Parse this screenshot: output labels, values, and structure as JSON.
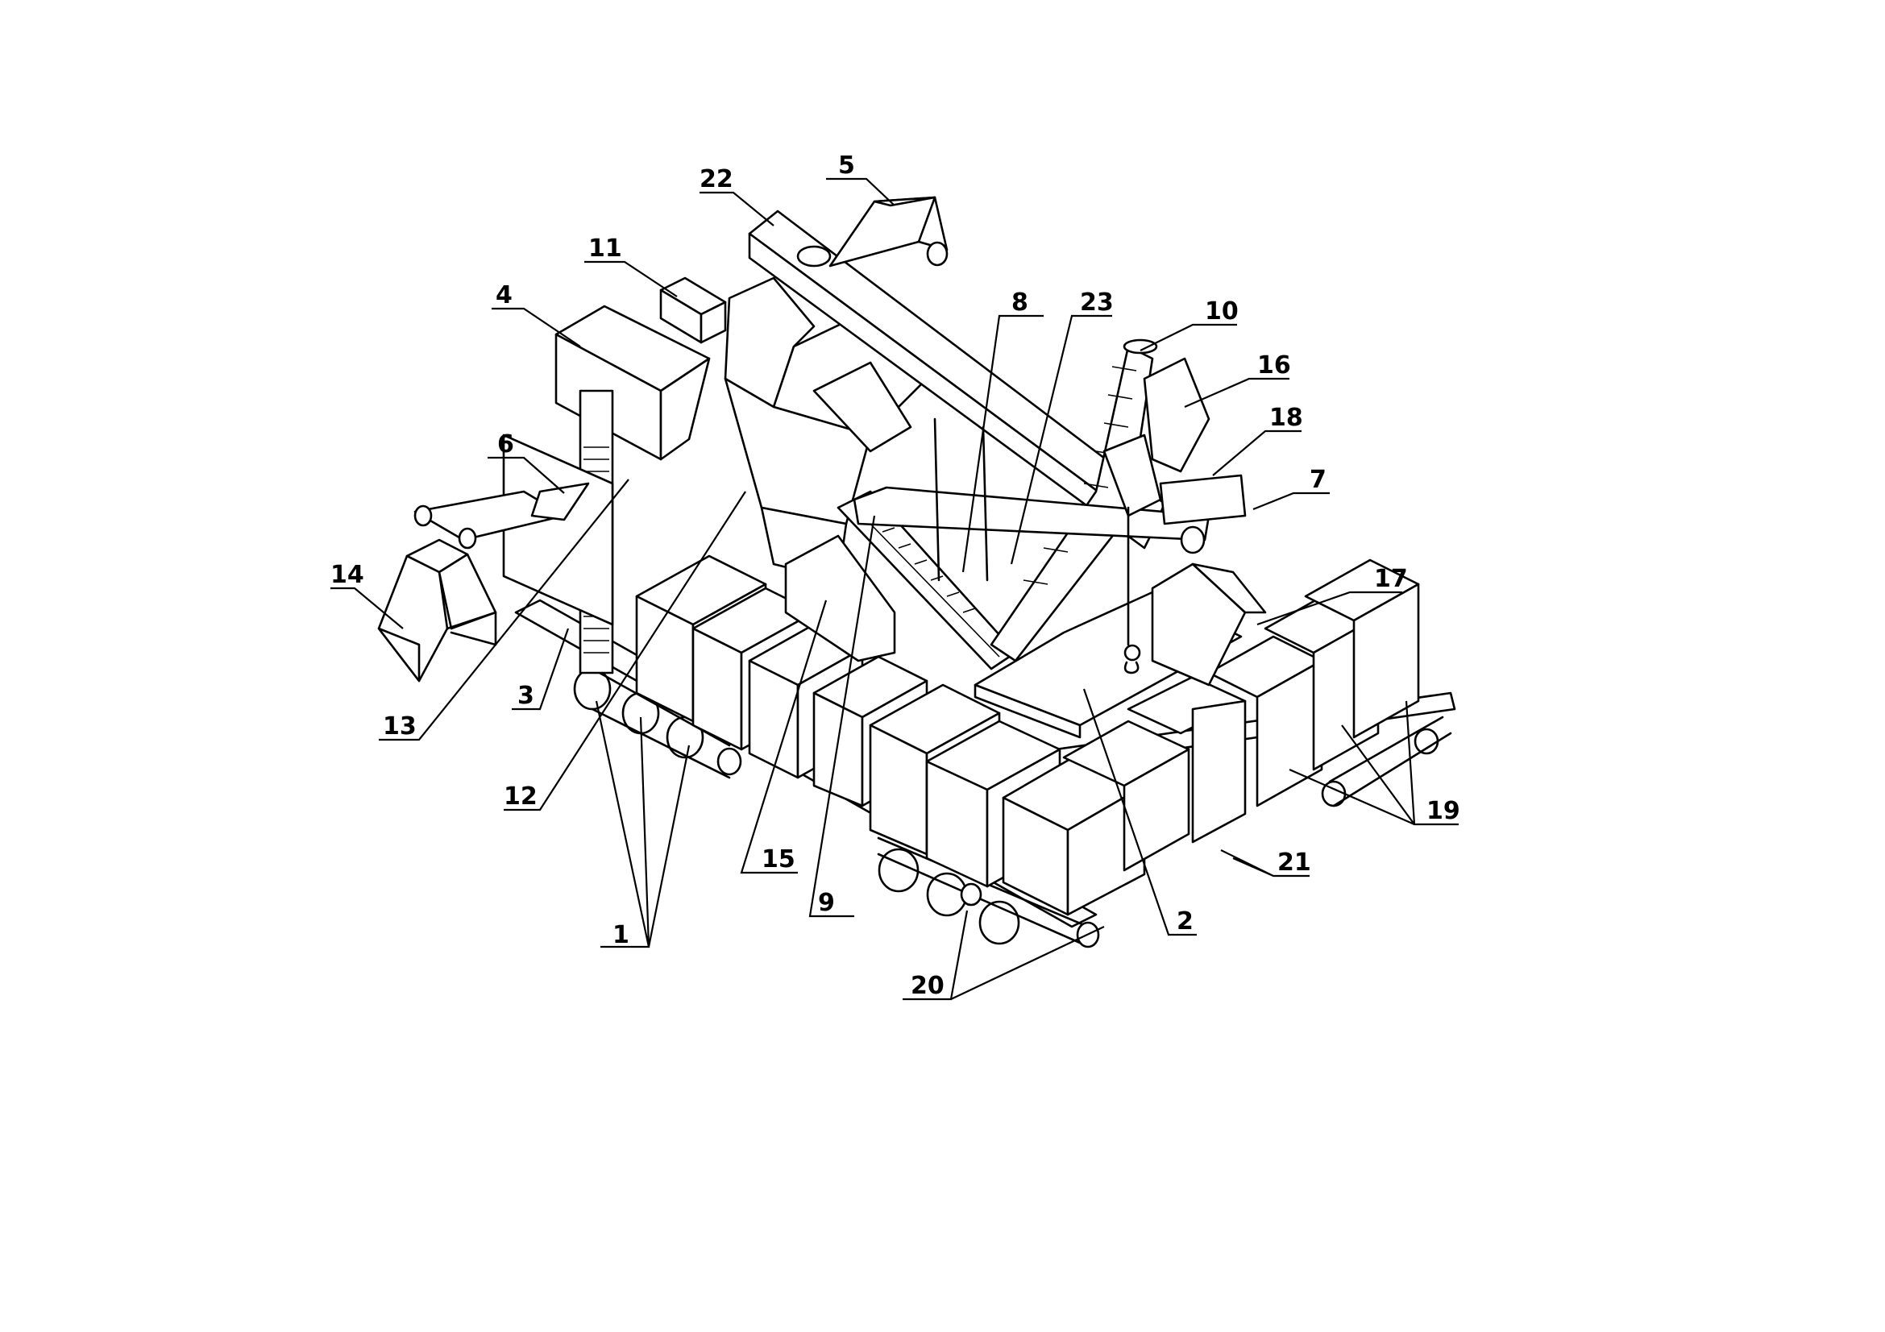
{
  "labels": {
    "l1": "1",
    "l2": "2",
    "l3": "3",
    "l4": "4",
    "l5": "5",
    "l6": "6",
    "l7": "7",
    "l8": "8",
    "l9": "9",
    "l10": "10",
    "l11": "11",
    "l12": "12",
    "l13": "13",
    "l14": "14",
    "l15": "15",
    "l16": "16",
    "l17": "17",
    "l18": "18",
    "l19": "19",
    "l20": "20",
    "l21": "21",
    "l22": "22",
    "l23": "23"
  },
  "colors": {
    "stroke": "#000000",
    "paper": "#ffffff"
  }
}
